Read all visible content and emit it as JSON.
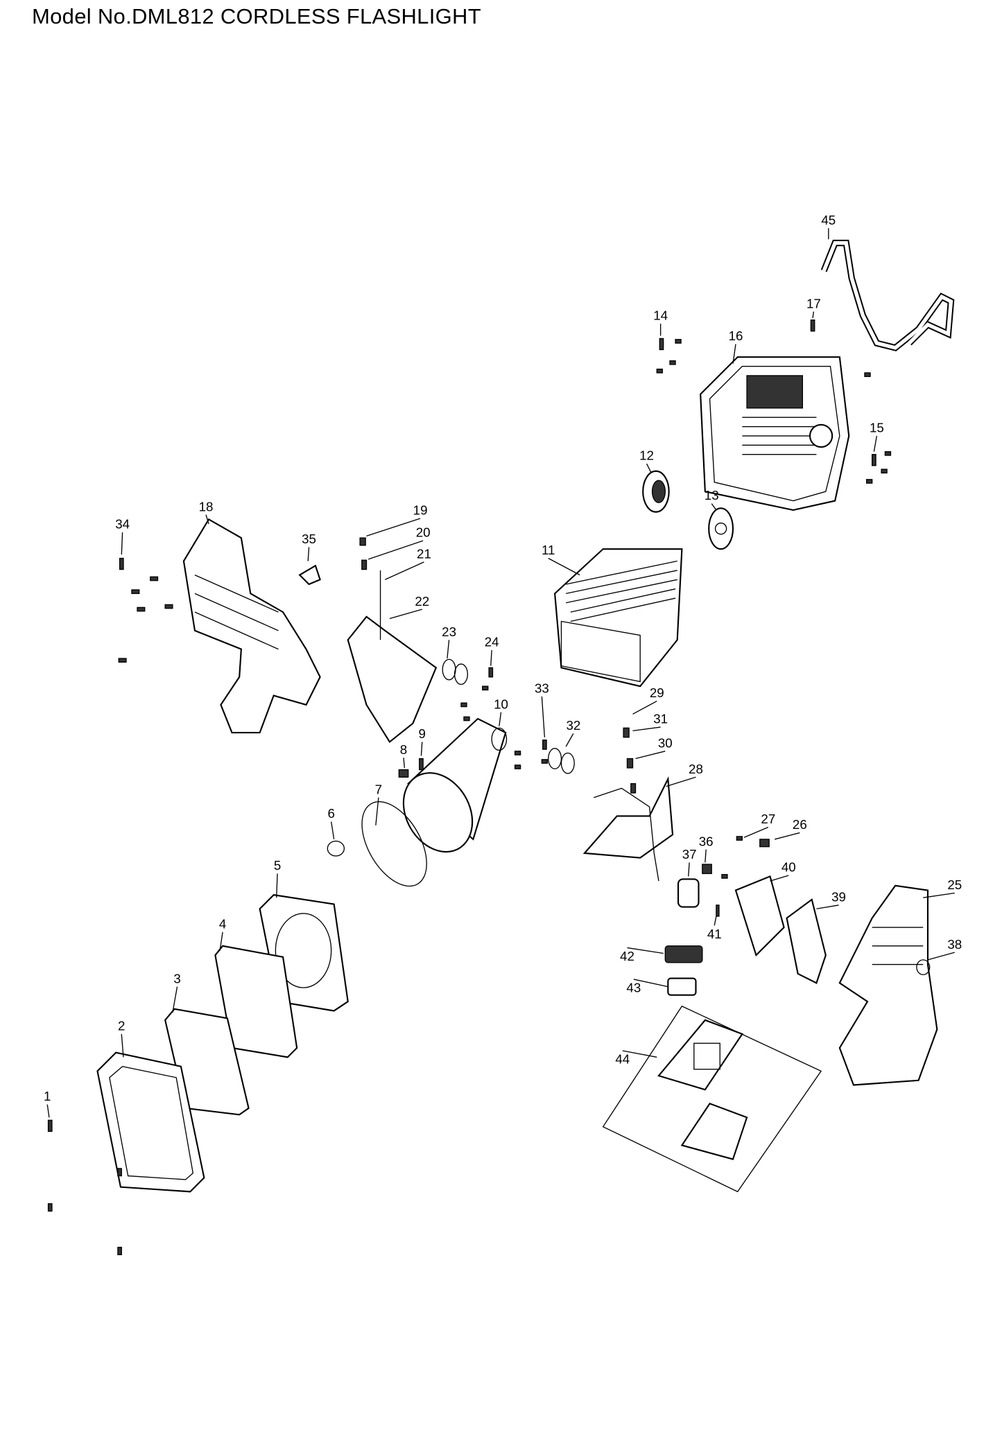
{
  "title": "Model No.DML812 CORDLESS FLASHLIGHT",
  "part_labels": [
    "1",
    "2",
    "3",
    "4",
    "5",
    "6",
    "7",
    "8",
    "9",
    "10",
    "11",
    "12",
    "13",
    "14",
    "15",
    "16",
    "17",
    "18",
    "19",
    "20",
    "21",
    "22",
    "23",
    "24",
    "25",
    "26",
    "27",
    "28",
    "29",
    "30",
    "31",
    "32",
    "33",
    "34",
    "35",
    "36",
    "37",
    "38",
    "39",
    "40",
    "41",
    "42",
    "43",
    "44",
    "45"
  ],
  "colors": {
    "line": "#000000",
    "background": "#ffffff"
  }
}
